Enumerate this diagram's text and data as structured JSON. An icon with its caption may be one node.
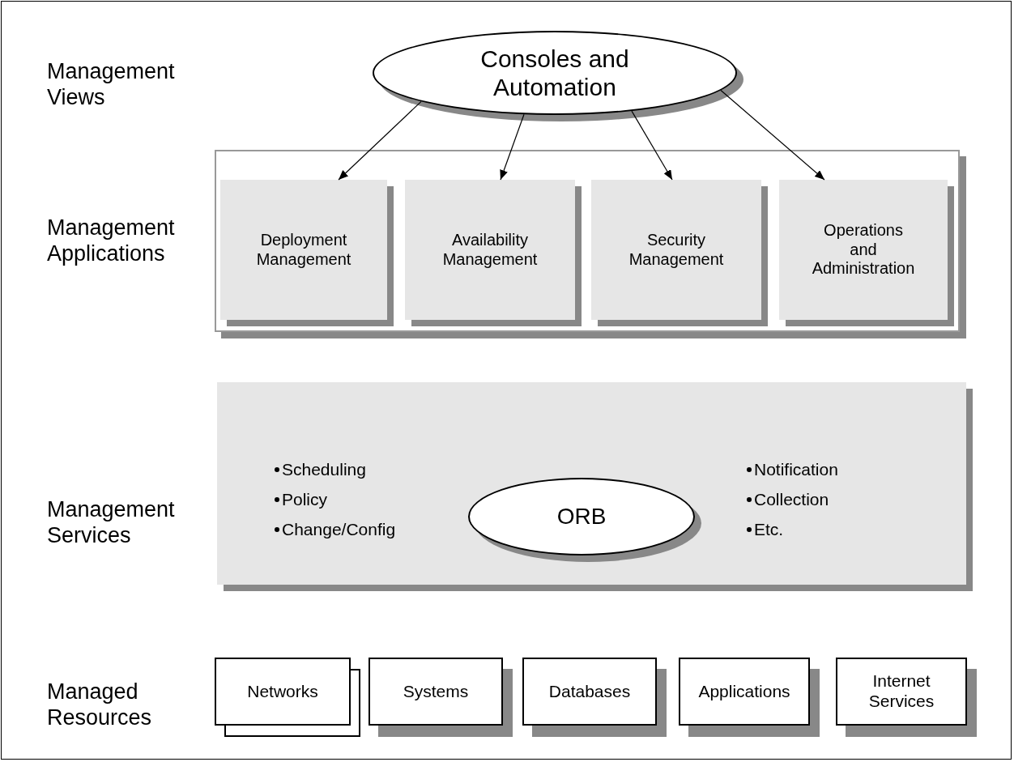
{
  "diagram": {
    "nodes": [
      {
        "text": [
          "Consoles and Automation"
        ]
      },
      {
        "text": [],
        "shape": "box"
      },
      {
        "text": [
          "Deployment Management"
        ],
        "in": 1
      },
      {
        "text": [
          "Availability Management"
        ],
        "in": 1
      },
      {
        "text": [
          "Security Management"
        ],
        "in": 1
      },
      {
        "text": [
          "Operations and Administration"
        ],
        "in": 1
      },
      {
        "text": [
          "Scheduling",
          "Policy",
          "Change/Config",
          "Notification",
          "Collection",
          "Etc."
        ]
      },
      {
        "text": [
          "ORB"
        ],
        "in": 6
      },
      {
        "text": [
          "Networks"
        ]
      },
      {
        "text": [
          "Systems"
        ]
      },
      {
        "text": [
          "Databases"
        ]
      },
      {
        "text": [
          "Applications"
        ]
      },
      {
        "text": [
          "Internet Services"
        ]
      }
    ],
    "edges": [
      {
        "from": 0,
        "to": 2,
        "arrow": "to"
      },
      {
        "from": 0,
        "to": 3,
        "arrow": "to"
      },
      {
        "from": 0,
        "to": 4,
        "arrow": "to"
      },
      {
        "from": 0,
        "to": 5,
        "arrow": "to"
      }
    ],
    "labels": [
      "Management Views",
      "Management Applications",
      "Management Services",
      "Managed Resources"
    ]
  }
}
